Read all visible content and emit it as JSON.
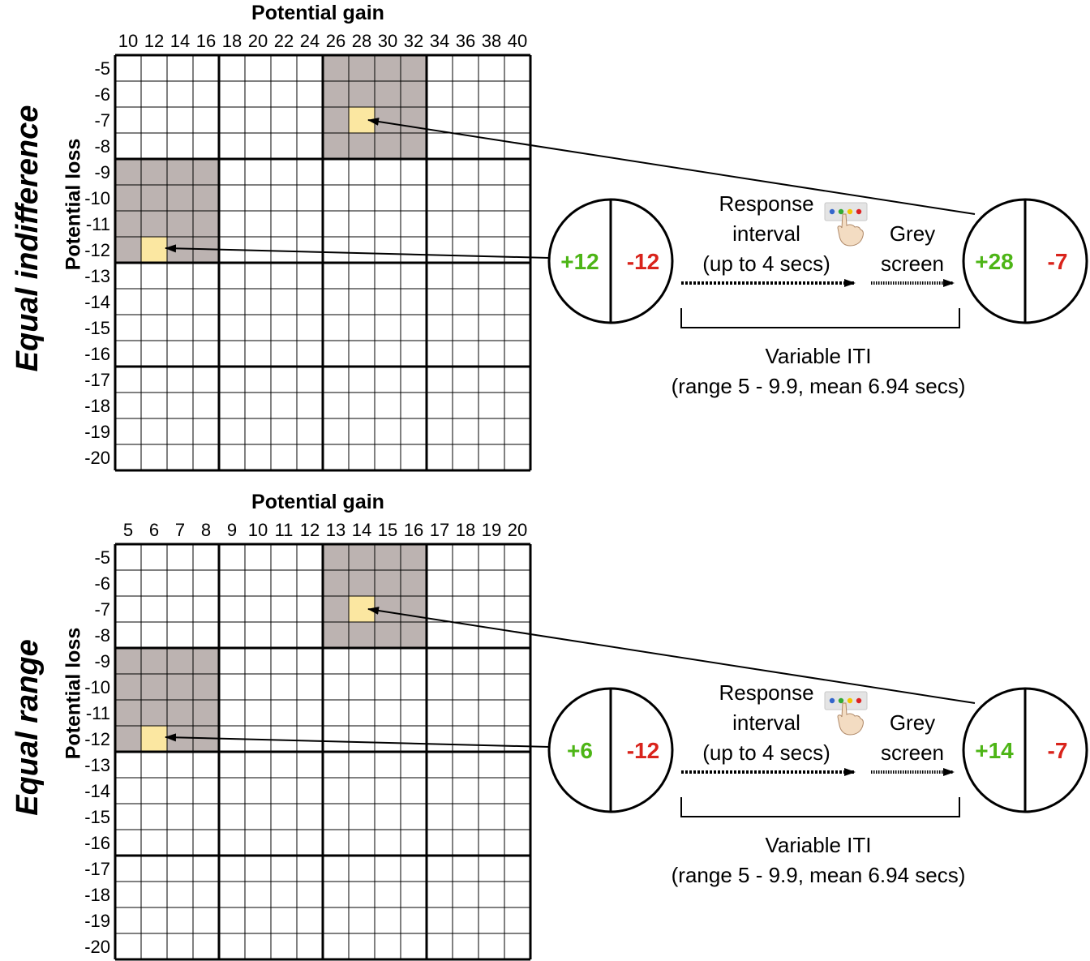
{
  "colors": {
    "gain": "#4db516",
    "loss": "#d9231b",
    "block_shade": "#bcb3b1",
    "highlight": "#fbe7a1",
    "line": "#000000",
    "keypad_dots": [
      "#3366cc",
      "#33aa33",
      "#f2c500",
      "#dd2222"
    ]
  },
  "icons": {
    "keypad": "response-keypad-hand-icon"
  },
  "panels": [
    {
      "label": "Equal indifference",
      "grid": {
        "x_title": "Potential gain",
        "y_title": "Potential loss",
        "x_ticks": [
          "10",
          "12",
          "14",
          "16",
          "18",
          "20",
          "22",
          "24",
          "26",
          "28",
          "30",
          "32",
          "34",
          "36",
          "38",
          "40"
        ],
        "y_ticks": [
          "-5",
          "-6",
          "-7",
          "-8",
          "-9",
          "-10",
          "-11",
          "-12",
          "-13",
          "-14",
          "-15",
          "-16",
          "-17",
          "-18",
          "-19",
          "-20"
        ],
        "shaded_blocks": [
          {
            "gain": [
              "26",
              "32"
            ],
            "loss": [
              "-5",
              "-8"
            ]
          },
          {
            "gain": [
              "10",
              "16"
            ],
            "loss": [
              "-9",
              "-12"
            ]
          }
        ],
        "highlighted_cells": [
          {
            "gain": "28",
            "loss": "-7"
          },
          {
            "gain": "12",
            "loss": "-12"
          }
        ]
      },
      "trial_a": {
        "gain": "+12",
        "loss": "-12"
      },
      "trial_b": {
        "gain": "+28",
        "loss": "-7"
      },
      "response_lines": [
        "Response",
        "interval",
        "(up to 4 secs)"
      ],
      "grey_lines": [
        "Grey",
        "screen"
      ],
      "iti_lines": [
        "Variable ITI",
        "(range 5 - 9.9, mean 6.94 secs)"
      ]
    },
    {
      "label": "Equal range",
      "grid": {
        "x_title": "Potential gain",
        "y_title": "Potential loss",
        "x_ticks": [
          "5",
          "6",
          "7",
          "8",
          "9",
          "10",
          "11",
          "12",
          "13",
          "14",
          "15",
          "16",
          "17",
          "18",
          "19",
          "20"
        ],
        "y_ticks": [
          "-5",
          "-6",
          "-7",
          "-8",
          "-9",
          "-10",
          "-11",
          "-12",
          "-13",
          "-14",
          "-15",
          "-16",
          "-17",
          "-18",
          "-19",
          "-20"
        ],
        "shaded_blocks": [
          {
            "gain": [
              "13",
              "16"
            ],
            "loss": [
              "-5",
              "-8"
            ]
          },
          {
            "gain": [
              "5",
              "8"
            ],
            "loss": [
              "-9",
              "-12"
            ]
          }
        ],
        "highlighted_cells": [
          {
            "gain": "14",
            "loss": "-7"
          },
          {
            "gain": "6",
            "loss": "-12"
          }
        ]
      },
      "trial_a": {
        "gain": "+6",
        "loss": "-12"
      },
      "trial_b": {
        "gain": "+14",
        "loss": "-7"
      },
      "response_lines": [
        "Response",
        "interval",
        "(up to 4 secs)"
      ],
      "grey_lines": [
        "Grey",
        "screen"
      ],
      "iti_lines": [
        "Variable ITI",
        "(range 5 - 9.9, mean 6.94 secs)"
      ]
    }
  ]
}
